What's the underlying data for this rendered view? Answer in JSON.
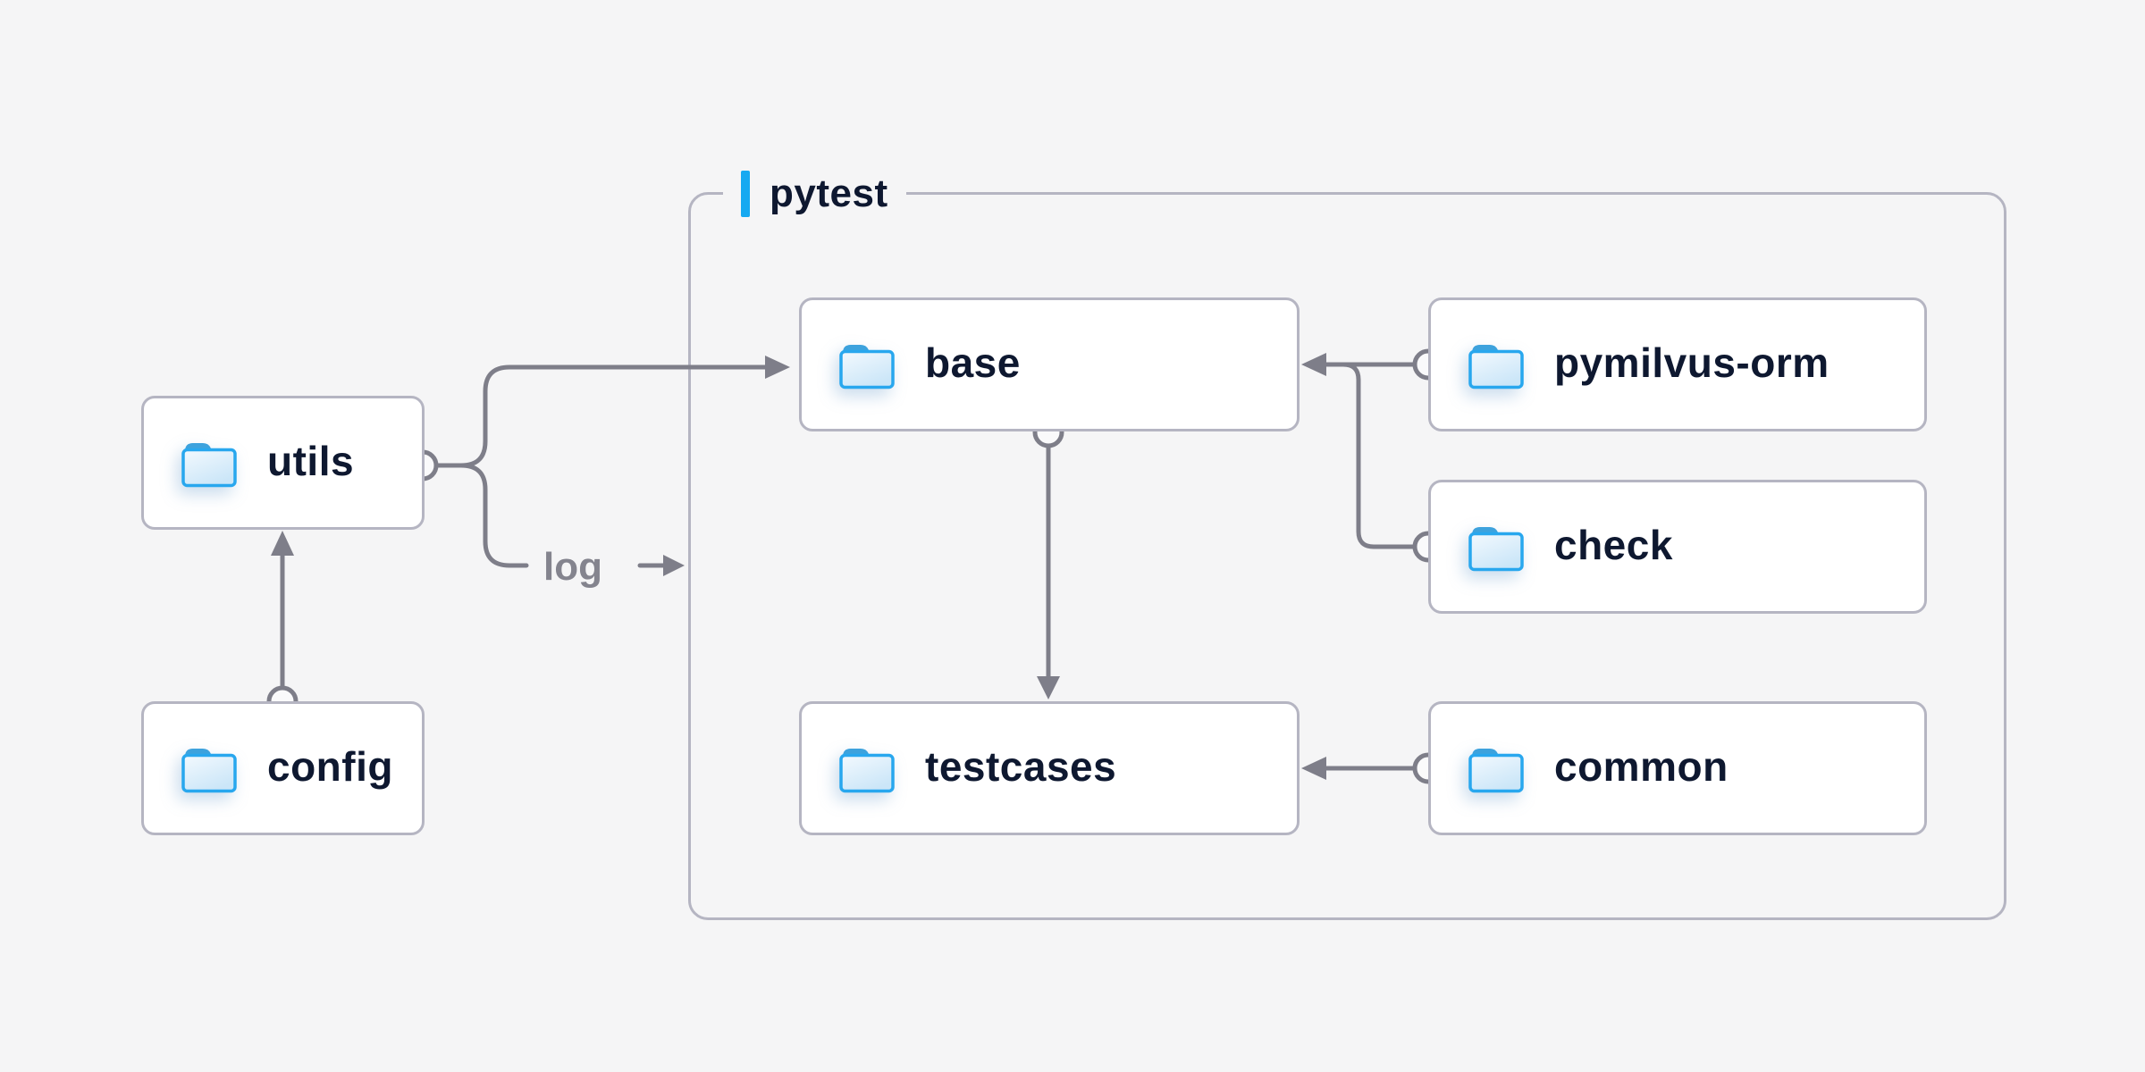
{
  "container": {
    "label": "pytest"
  },
  "nodes": [
    {
      "id": "utils",
      "label": "utils",
      "location": "outside-container"
    },
    {
      "id": "config",
      "label": "config",
      "location": "outside-container"
    },
    {
      "id": "base",
      "label": "base",
      "location": "inside-pytest"
    },
    {
      "id": "pymilvus-orm",
      "label": "pymilvus-orm",
      "location": "inside-pytest"
    },
    {
      "id": "check",
      "label": "check",
      "location": "inside-pytest"
    },
    {
      "id": "testcases",
      "label": "testcases",
      "location": "inside-pytest"
    },
    {
      "id": "common",
      "label": "common",
      "location": "inside-pytest"
    }
  ],
  "edges": [
    {
      "from": "config",
      "to": "utils",
      "style": "arrow"
    },
    {
      "from": "utils",
      "to": "base",
      "style": "arrow"
    },
    {
      "from": "utils",
      "to": "pytest-container",
      "style": "arrow",
      "label": "log"
    },
    {
      "from": "base",
      "to": "testcases",
      "style": "arrow"
    },
    {
      "from": "pymilvus-orm",
      "to": "base",
      "style": "arrow"
    },
    {
      "from": "check",
      "to": "base",
      "style": "arrow"
    },
    {
      "from": "common",
      "to": "testcases",
      "style": "arrow"
    }
  ],
  "annotations": {
    "log_label": "log"
  },
  "colors": {
    "background": "#f5f5f6",
    "box_background": "#ffffff",
    "box_border": "#b5b5c2",
    "connector": "#7e7e89",
    "label_text": "#0e1830",
    "muted_text": "#84848e",
    "accent_blue": "#16a9f1",
    "folder_stroke": "#28a7ee",
    "folder_tab": "#3da2dd",
    "folder_fill_top": "#f3f9fe",
    "folder_fill_bottom": "#cbe6f8"
  }
}
